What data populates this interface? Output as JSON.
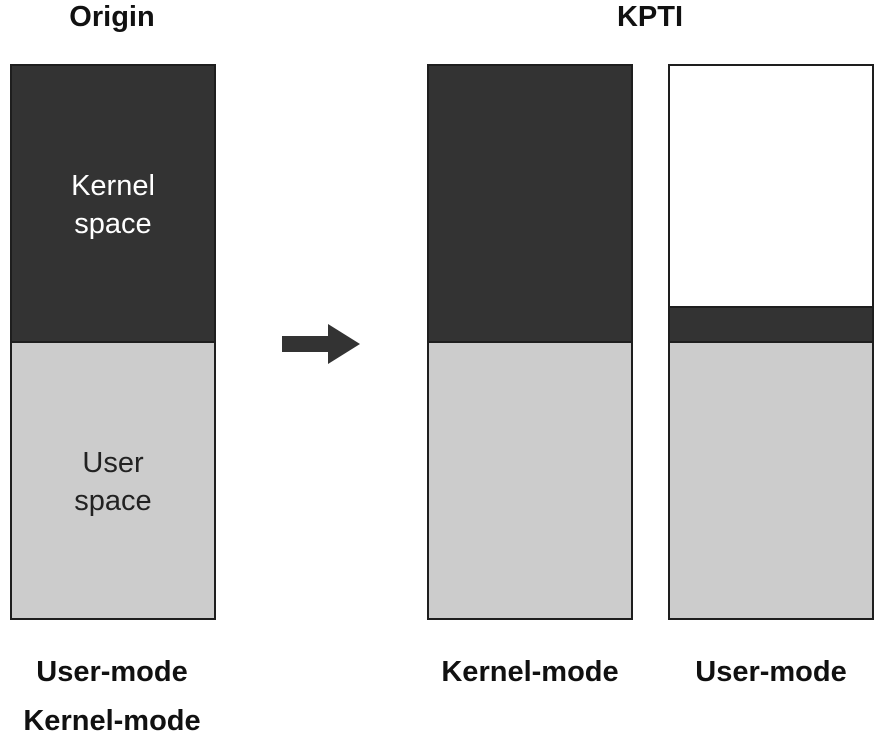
{
  "headings": {
    "origin": "Origin",
    "kpti": "KPTI"
  },
  "origin_column": {
    "kernel_label_line1": "Kernel",
    "kernel_label_line2": "space",
    "user_label_line1": "User",
    "user_label_line2": "space",
    "mode_label_line1": "User-mode",
    "mode_label_line2": "Kernel-mode"
  },
  "kpti_kernel_column": {
    "mode_label": "Kernel-mode"
  },
  "kpti_user_column": {
    "mode_label": "User-mode"
  },
  "colors": {
    "kernel_space": "#333333",
    "user_space": "#cccccc",
    "unmapped": "#ffffff",
    "arrow": "#333333"
  },
  "icons": {
    "transition_arrow": "right-arrow-icon"
  }
}
